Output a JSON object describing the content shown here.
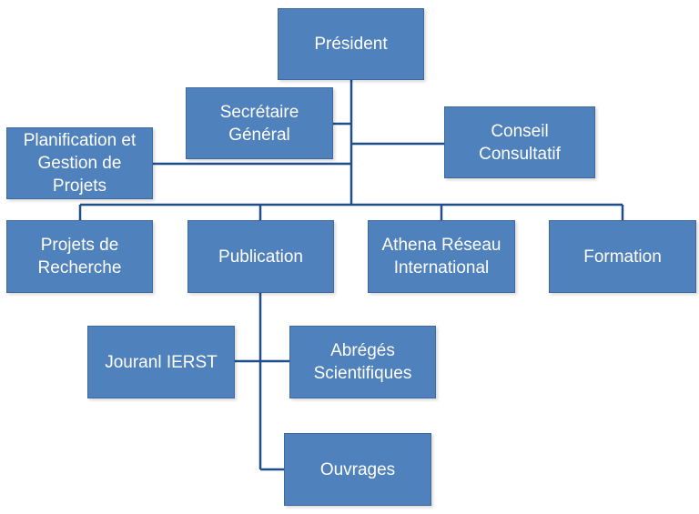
{
  "nodes": {
    "president": "Président",
    "secretaire": "Secrétaire\nGénéral",
    "conseil": "Conseil\nConsultatif",
    "planification": "Planification et\nGestion de\nProjets",
    "projets_recherche": "Projets de\nRecherche",
    "publication": "Publication",
    "athena": "Athena Réseau\nInternational",
    "formation": "Formation",
    "journal": "Jouranl IERST",
    "abreges": "Abrégés\nScientifiques",
    "ouvrages": "Ouvrages"
  },
  "colors": {
    "box_fill": "#4f81bd",
    "box_border": "#41689d",
    "connector": "#1f4e8c",
    "text": "#ffffff"
  }
}
